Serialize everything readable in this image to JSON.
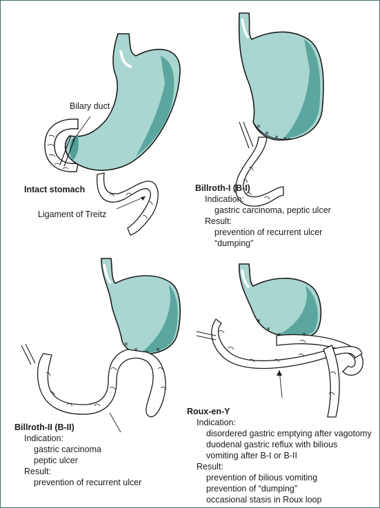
{
  "colors": {
    "organ_fill": "#a9d6d0",
    "organ_shade": "#4f9e98",
    "outline": "#1a1a1a",
    "frame": "#3a6f6f"
  },
  "panel1": {
    "title": "Intact stomach",
    "bilary_duct": "Bilary duct",
    "ligament": "Ligament of Treitz"
  },
  "panel2": {
    "title": "Billroth-I (B-I)",
    "indication_label": "Indication:",
    "indications": [
      "gastric carcinoma, peptic ulcer"
    ],
    "result_label": "Result:",
    "results": [
      "prevention of recurrent ulcer",
      "“dumping”"
    ]
  },
  "panel3": {
    "title": "Billroth-II (B-II)",
    "indication_label": "Indication:",
    "indications": [
      "gastric carcinoma",
      "peptic ulcer"
    ],
    "result_label": "Result:",
    "results": [
      "prevention of recurrent ulcer"
    ]
  },
  "panel4": {
    "title": "Roux-en-Y",
    "indication_label": "Indication:",
    "indications": [
      "disordered gastric emptying after vagotomy",
      "duodenal gastric reflux with bilious",
      "vomiting after B-I or B-II"
    ],
    "result_label": "Result:",
    "results": [
      "prevention of bilious vomiting",
      "prevention of “dumping”",
      "occasional stasis in Roux loop"
    ]
  }
}
